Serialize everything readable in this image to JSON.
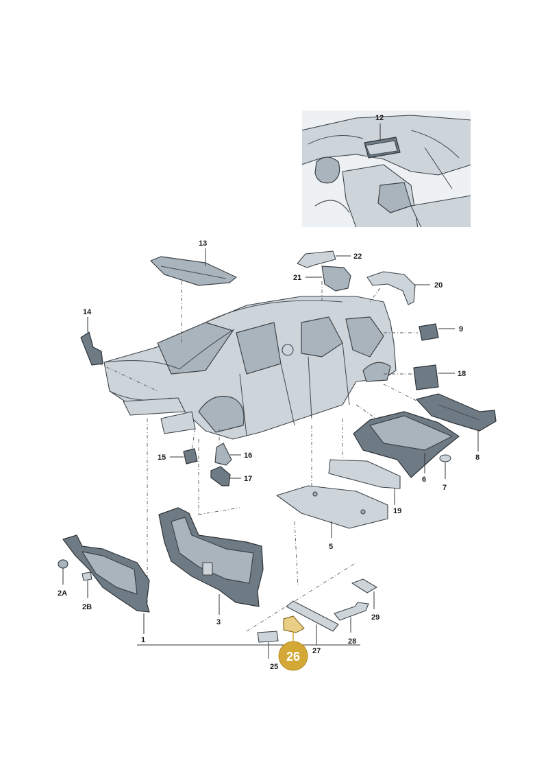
{
  "labels": {
    "l1": "1",
    "l2a": "2A",
    "l2b": "2B",
    "l3": "3",
    "l5": "5",
    "l6": "6",
    "l7": "7",
    "l8": "8",
    "l9": "9",
    "l12": "12",
    "l13": "13",
    "l14": "14",
    "l15": "15",
    "l16": "16",
    "l17": "17",
    "l18": "18",
    "l19": "19",
    "l20": "20",
    "l21": "21",
    "l22": "22",
    "l25": "25",
    "l26": "26",
    "l27": "27",
    "l28": "28",
    "l29": "29"
  },
  "colors": {
    "highlight_badge": "#d4a836",
    "highlight_part": "#e9cf86",
    "part_fill": "#a9b4bd",
    "outline": "#3c4349"
  }
}
